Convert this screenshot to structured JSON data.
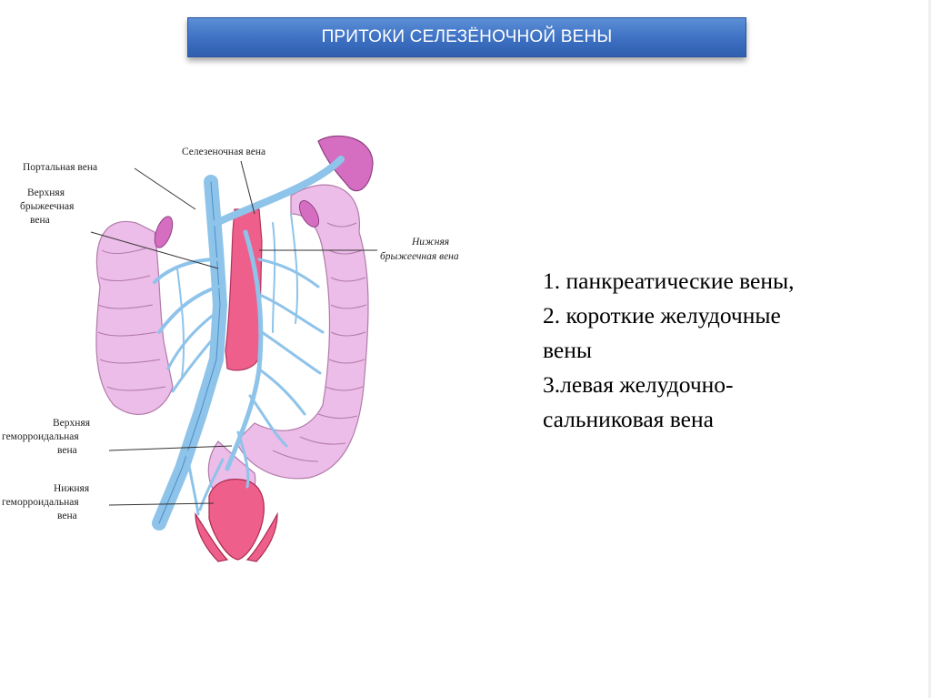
{
  "slide": {
    "title": "ПРИТОКИ СЕЛЕЗЁНОЧНОЙ ВЕНЫ"
  },
  "diagram": {
    "labels": {
      "splenic_vein": "Селезеночная вена",
      "portal_vein": "Портальная вена",
      "superior_mesenteric_1": "Верхняя",
      "superior_mesenteric_2": "брыжеечная",
      "superior_mesenteric_3": "вена",
      "inferior_mesenteric_1": "Нижняя",
      "inferior_mesenteric_2": "брыжеечная вена",
      "superior_hemorrhoidal_1": "Верхняя",
      "superior_hemorrhoidal_2": "геморроидальная",
      "superior_hemorrhoidal_3": "вена",
      "inferior_hemorrhoidal_1": "Нижняя",
      "inferior_hemorrhoidal_2": "геморроидальная",
      "inferior_hemorrhoidal_3": "вена"
    },
    "colors": {
      "vein": "#8ec3ea",
      "vein_stroke": "#4c8fc8",
      "artery": "#ef5f8c",
      "intestine": "#ecbde8",
      "intestine_stroke": "#b27aa9",
      "spleen": "#d56ec0"
    }
  },
  "list": {
    "item1": "1. панкреатические вены,",
    "item2a": "2. короткие желудочные",
    "item2b": "вены",
    "item3a": "3.левая желудочно-",
    "item3b": "сальниковая вена"
  }
}
